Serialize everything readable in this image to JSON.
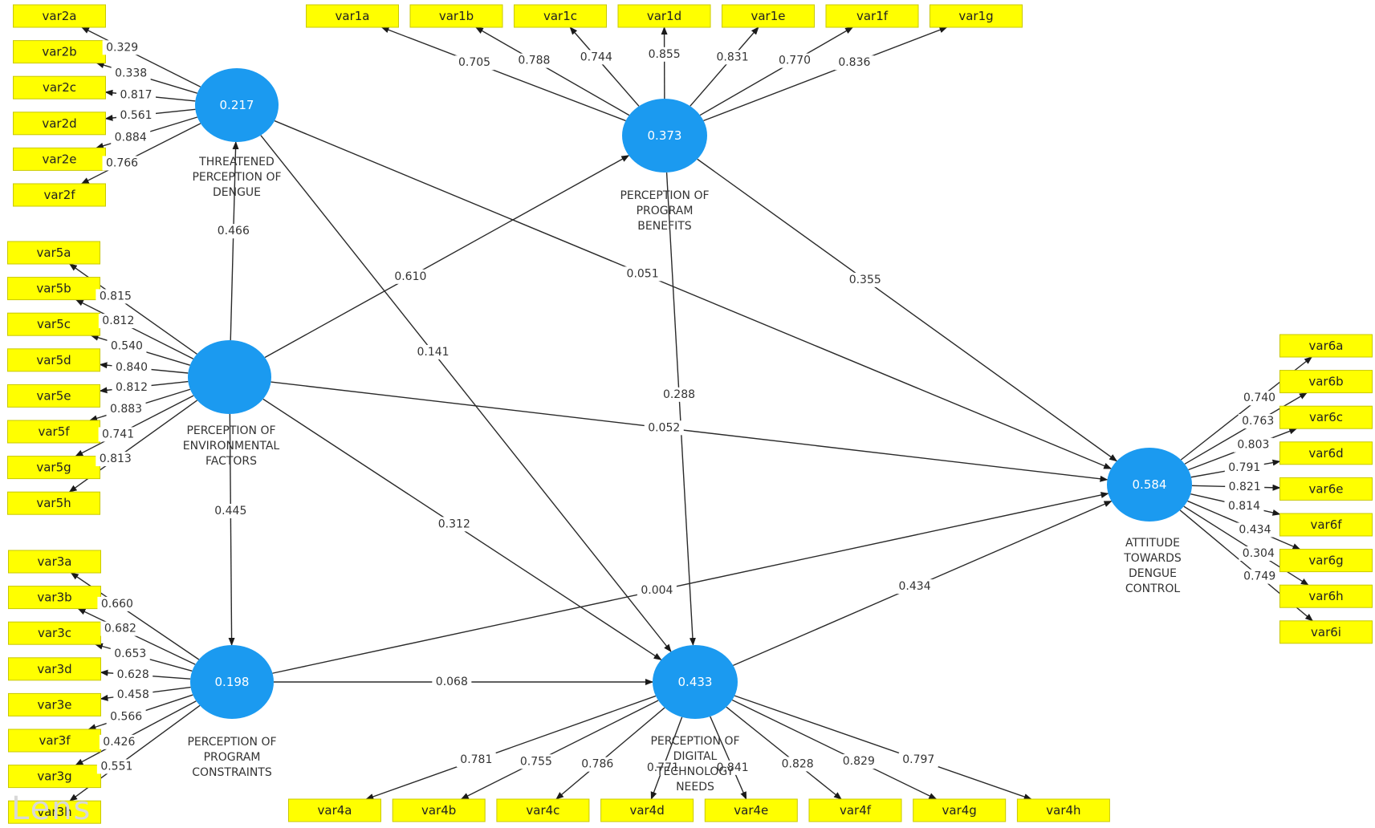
{
  "watermark": "Lens",
  "latent_variables": [
    {
      "id": "TPD",
      "value": "0.217",
      "label": [
        "THREATENED",
        "PERCEPTION OF",
        "DENGUE"
      ]
    },
    {
      "id": "PPB",
      "value": "0.373",
      "label": [
        "PERCEPTION OF",
        "PROGRAM",
        "BENEFITS"
      ]
    },
    {
      "id": "PEF",
      "value": "",
      "label": [
        "PERCEPTION OF",
        "ENVIRONMENTAL",
        "FACTORS"
      ]
    },
    {
      "id": "PPC",
      "value": "0.198",
      "label": [
        "PERCEPTION OF",
        "PROGRAM",
        "CONSTRAINTS"
      ]
    },
    {
      "id": "PDTN",
      "value": "0.433",
      "label": [
        "PERCEPTION OF",
        "DIGITAL",
        "TECHNOLOGY",
        "NEEDS"
      ]
    },
    {
      "id": "ATDC",
      "value": "0.584",
      "label": [
        "ATTITUDE",
        "TOWARDS",
        "DENGUE",
        "CONTROL"
      ]
    }
  ],
  "indicators": {
    "TPD": [
      {
        "name": "var2a",
        "loading": "0.329"
      },
      {
        "name": "var2b",
        "loading": "0.338"
      },
      {
        "name": "var2c",
        "loading": "0.817"
      },
      {
        "name": "var2d",
        "loading": "0.561"
      },
      {
        "name": "var2e",
        "loading": "0.884"
      },
      {
        "name": "var2f",
        "loading": "0.766"
      }
    ],
    "PPB": [
      {
        "name": "var1a",
        "loading": "0.705"
      },
      {
        "name": "var1b",
        "loading": "0.788"
      },
      {
        "name": "var1c",
        "loading": "0.744"
      },
      {
        "name": "var1d",
        "loading": "0.855"
      },
      {
        "name": "var1e",
        "loading": "0.831"
      },
      {
        "name": "var1f",
        "loading": "0.770"
      },
      {
        "name": "var1g",
        "loading": "0.836"
      }
    ],
    "PEF": [
      {
        "name": "var5a",
        "loading": "0.815"
      },
      {
        "name": "var5b",
        "loading": "0.812"
      },
      {
        "name": "var5c",
        "loading": "0.540"
      },
      {
        "name": "var5d",
        "loading": "0.840"
      },
      {
        "name": "var5e",
        "loading": "0.812"
      },
      {
        "name": "var5f",
        "loading": "0.883"
      },
      {
        "name": "var5g",
        "loading": "0.741"
      },
      {
        "name": "var5h",
        "loading": "0.813"
      }
    ],
    "PPC": [
      {
        "name": "var3a",
        "loading": "0.660"
      },
      {
        "name": "var3b",
        "loading": "0.682"
      },
      {
        "name": "var3c",
        "loading": "0.653"
      },
      {
        "name": "var3d",
        "loading": "0.628"
      },
      {
        "name": "var3e",
        "loading": "0.458"
      },
      {
        "name": "var3f",
        "loading": "0.566"
      },
      {
        "name": "var3g",
        "loading": "0.426"
      },
      {
        "name": "var3h",
        "loading": "0.551"
      }
    ],
    "PDTN": [
      {
        "name": "var4a",
        "loading": "0.781"
      },
      {
        "name": "var4b",
        "loading": "0.755"
      },
      {
        "name": "var4c",
        "loading": "0.786"
      },
      {
        "name": "var4d",
        "loading": "0.771"
      },
      {
        "name": "var4e",
        "loading": "0.841"
      },
      {
        "name": "var4f",
        "loading": "0.828"
      },
      {
        "name": "var4g",
        "loading": "0.829"
      },
      {
        "name": "var4h",
        "loading": "0.797"
      }
    ],
    "ATDC": [
      {
        "name": "var6a",
        "loading": "0.740"
      },
      {
        "name": "var6b",
        "loading": "0.763"
      },
      {
        "name": "var6c",
        "loading": "0.803"
      },
      {
        "name": "var6d",
        "loading": "0.791"
      },
      {
        "name": "var6e",
        "loading": "0.821"
      },
      {
        "name": "var6f",
        "loading": "0.814"
      },
      {
        "name": "var6g",
        "loading": "0.434"
      },
      {
        "name": "var6h",
        "loading": "0.304"
      },
      {
        "name": "var6i",
        "loading": "0.749"
      }
    ]
  },
  "paths": [
    {
      "from": "PEF",
      "to": "TPD",
      "coef": "0.466"
    },
    {
      "from": "PEF",
      "to": "PPB",
      "coef": "0.610"
    },
    {
      "from": "PEF",
      "to": "PPC",
      "coef": "0.445"
    },
    {
      "from": "PEF",
      "to": "PDTN",
      "coef": "0.312"
    },
    {
      "from": "PEF",
      "to": "ATDC",
      "coef": "0.052"
    },
    {
      "from": "TPD",
      "to": "ATDC",
      "coef": "0.051"
    },
    {
      "from": "TPD",
      "to": "PDTN",
      "coef": "0.141"
    },
    {
      "from": "PPB",
      "to": "ATDC",
      "coef": "0.355"
    },
    {
      "from": "PPB",
      "to": "PDTN",
      "coef": "0.288"
    },
    {
      "from": "PPC",
      "to": "ATDC",
      "coef": "0.004"
    },
    {
      "from": "PPC",
      "to": "PDTN",
      "coef": "0.068"
    },
    {
      "from": "PDTN",
      "to": "ATDC",
      "coef": "0.434"
    }
  ]
}
